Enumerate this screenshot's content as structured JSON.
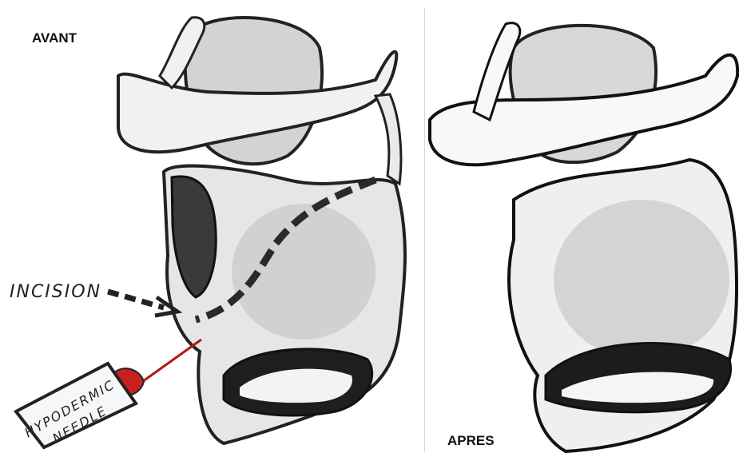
{
  "labels": {
    "before": "AVANT",
    "after": "APRES",
    "incision": "INCISION",
    "needle_line1": "HYPODERMIC",
    "needle_line2": "NEEDLE"
  },
  "colors": {
    "ink": "#222222",
    "shade": "#6b6b6b",
    "cartilage": "#d9d9d9",
    "needle_red": "#b01818"
  },
  "icons": {
    "incision_arrow": "dashed-arrow-icon",
    "needle": "syringe-icon"
  }
}
